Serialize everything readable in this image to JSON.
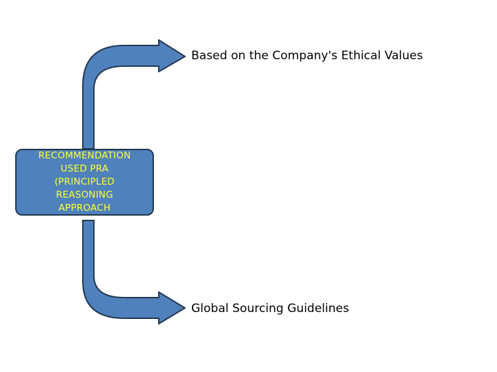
{
  "box": {
    "text": "RECOMMENDATION\nUSED PRA\n(PRINCIPLED\nREASONING\nAPPROACH"
  },
  "branches": [
    {
      "label": "Based on the Company's Ethical Values"
    },
    {
      "label": "Global Sourcing Guidelines"
    }
  ],
  "colors": {
    "arrow_fill": "#4f81bd",
    "arrow_stroke": "#22384f",
    "box_fill": "#4f81bd",
    "box_text": "#ffff33",
    "label_text": "#000000"
  }
}
